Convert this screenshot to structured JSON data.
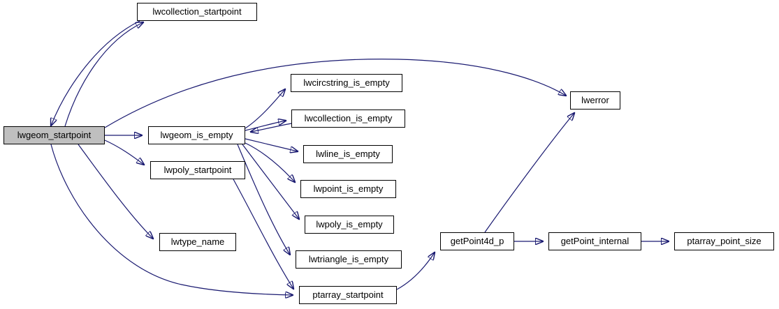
{
  "diagram": {
    "type": "call-graph",
    "edge_color": "#191970",
    "node_border_color": "#000000",
    "node_fill": "#ffffff",
    "highlight_fill": "#bfbfbf",
    "nodes": {
      "lwgeom_startpoint": {
        "label": "lwgeom_startpoint",
        "highlighted": true
      },
      "lwcollection_startpoint": {
        "label": "lwcollection_startpoint",
        "highlighted": false
      },
      "lwcircstring_is_empty": {
        "label": "lwcircstring_is_empty",
        "highlighted": false
      },
      "lwcollection_is_empty": {
        "label": "lwcollection_is_empty",
        "highlighted": false
      },
      "lwgeom_is_empty": {
        "label": "lwgeom_is_empty",
        "highlighted": false
      },
      "lwline_is_empty": {
        "label": "lwline_is_empty",
        "highlighted": false
      },
      "lwpoly_startpoint": {
        "label": "lwpoly_startpoint",
        "highlighted": false
      },
      "lwpoint_is_empty": {
        "label": "lwpoint_is_empty",
        "highlighted": false
      },
      "lwpoly_is_empty": {
        "label": "lwpoly_is_empty",
        "highlighted": false
      },
      "lwtype_name": {
        "label": "lwtype_name",
        "highlighted": false
      },
      "lwtriangle_is_empty": {
        "label": "lwtriangle_is_empty",
        "highlighted": false
      },
      "ptarray_startpoint": {
        "label": "ptarray_startpoint",
        "highlighted": false
      },
      "getPoint4d_p": {
        "label": "getPoint4d_p",
        "highlighted": false
      },
      "lwerror": {
        "label": "lwerror",
        "highlighted": false
      },
      "getPoint_internal": {
        "label": "getPoint_internal",
        "highlighted": false
      },
      "ptarray_point_size": {
        "label": "ptarray_point_size",
        "highlighted": false
      }
    },
    "edges": [
      {
        "from": "lwgeom_startpoint",
        "to": "lwcollection_startpoint"
      },
      {
        "from": "lwcollection_startpoint",
        "to": "lwgeom_startpoint"
      },
      {
        "from": "lwgeom_startpoint",
        "to": "lwerror"
      },
      {
        "from": "lwgeom_startpoint",
        "to": "lwgeom_is_empty"
      },
      {
        "from": "lwgeom_startpoint",
        "to": "lwpoly_startpoint"
      },
      {
        "from": "lwgeom_startpoint",
        "to": "lwtype_name"
      },
      {
        "from": "lwgeom_startpoint",
        "to": "ptarray_startpoint"
      },
      {
        "from": "lwgeom_is_empty",
        "to": "lwcircstring_is_empty"
      },
      {
        "from": "lwgeom_is_empty",
        "to": "lwcollection_is_empty"
      },
      {
        "from": "lwcollection_is_empty",
        "to": "lwgeom_is_empty"
      },
      {
        "from": "lwgeom_is_empty",
        "to": "lwline_is_empty"
      },
      {
        "from": "lwgeom_is_empty",
        "to": "lwpoint_is_empty"
      },
      {
        "from": "lwgeom_is_empty",
        "to": "lwpoly_is_empty"
      },
      {
        "from": "lwgeom_is_empty",
        "to": "lwtriangle_is_empty"
      },
      {
        "from": "lwpoly_startpoint",
        "to": "ptarray_startpoint"
      },
      {
        "from": "ptarray_startpoint",
        "to": "getPoint4d_p"
      },
      {
        "from": "getPoint4d_p",
        "to": "lwerror"
      },
      {
        "from": "getPoint4d_p",
        "to": "getPoint_internal"
      },
      {
        "from": "getPoint_internal",
        "to": "ptarray_point_size"
      }
    ]
  }
}
